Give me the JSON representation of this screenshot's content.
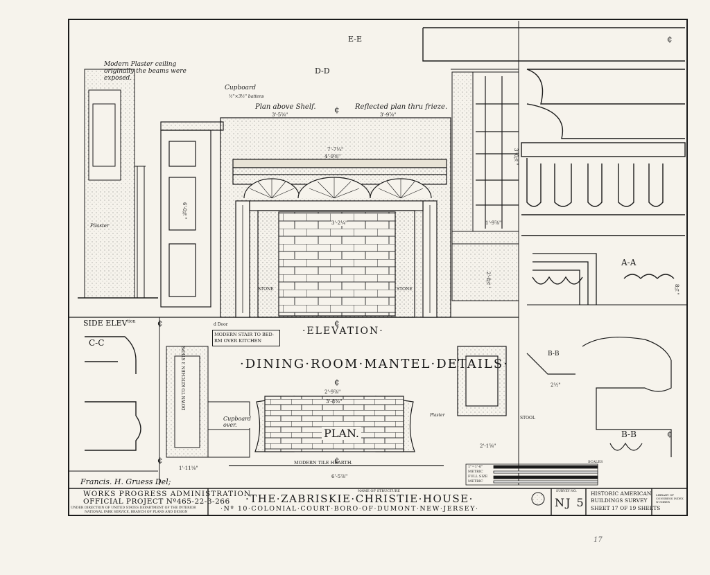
{
  "sheet": {
    "main_title": "·DINING·ROOM·MANTEL·DETAILS·",
    "elevation_title": "·ELEVATION·",
    "plan_title": "PLAN.",
    "side_elevation": "SIDE ELEV",
    "side_elevation_sup": "tion",
    "draftsman": "Francis. H. Gruess Del;",
    "page_mark": "17"
  },
  "sections": {
    "ee": "E-E",
    "dd": "D-D",
    "cc": "C-C",
    "aa": "A-A",
    "bb": "B-B",
    "bb2": "B-B"
  },
  "notes": {
    "ceiling": "Modern Plaster ceiling originally the beams were exposed.",
    "cupboard": "Cupboard",
    "battens": "½\"×3½\" battens",
    "plan_shelf": "Plan above Shelf.",
    "reflected": "Reflected plan thru frieze.",
    "stair": "MODERN STAIR TO BED-RM OVER KITCHEN",
    "door": "d Door",
    "kitchen": "DOWN TO KITCHEN 3 STEPS",
    "cupboard_over": "Cupboard over.",
    "hearth": "MODERN TILE HEARTH.",
    "stone": "STONE",
    "stone2": "STONE",
    "stool": "STOOL",
    "pilaster": "Pilaster",
    "plaster": "Plaster"
  },
  "dimensions": {
    "d1": "3'-5⅝\"",
    "d2": "3'-9⅞\"",
    "d3": "7'-7¼\"",
    "d4": "4'-9⅜\"",
    "d5": "3'-2¼\"",
    "d6": "2'-9⅞\"",
    "d7": "3'-8⅜\"",
    "d8": "6'-5⅞\"",
    "d9": "1'-11⅛\"",
    "d10": "2'-8⅞\"",
    "d11": "3'-0⅞\"",
    "d12": "1'-9⅞\"",
    "d13": "2'-1⅝\"",
    "d14": "6'-0⅜\"",
    "d15": "8¼\"",
    "d16": "2½\""
  },
  "scale": {
    "label": "SCALES",
    "rows": [
      "1\"=1'-0\"",
      "METRIC",
      "FULL SIZE",
      "METRIC"
    ]
  },
  "title_block": {
    "agency": "WORKS PROGRESS ADMINISTRATION",
    "project": "OFFICIAL PROJECT Nº465-22-3-266",
    "under": "UNDER DIRECTION OF UNITED STATES DEPARTMENT OF THE INTERIOR",
    "nps": "NATIONAL PARK SERVICE, BRANCH OF PLANS AND DESIGN",
    "name_label": "NAME OF STRUCTURE",
    "structure": "·THE·ZABRISKIE·CHRISTIE·HOUSE·",
    "address": "·Nº 10·COLONIAL·COURT·BORO·OF·DUMONT·NEW·JERSEY·",
    "survey_label": "SURVEY NO.",
    "survey_no": "NJ 5",
    "habs1": "HISTORIC AMERICAN",
    "habs2": "BUILDINGS SURVEY",
    "sheet_of": "SHEET 17 OF 19 SHEETS",
    "library": "LIBRARY OF CONGRESS INDEX NUMBER"
  }
}
